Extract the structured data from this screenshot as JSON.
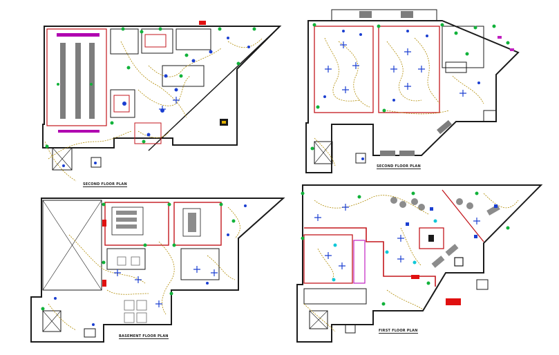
{
  "sheet": {
    "plans": [
      {
        "id": "first-floor-top-left",
        "title": "SECOND FLOOR PLAN"
      },
      {
        "id": "top-right",
        "title": "SECOND FLOOR PLAN"
      },
      {
        "id": "basement",
        "title": "BASEMENT FLOOR PLAN"
      },
      {
        "id": "first-floor",
        "title": "FIRST FLOOR PLAN"
      }
    ]
  },
  "colors": {
    "wall": "#1a1a1a",
    "partition": "#c3161c",
    "circuit": "#b08a00",
    "fixture_blue": "#1b3fd1",
    "fixture_green": "#11b23a",
    "fixture_cyan": "#10c8d8",
    "magenta": "#c020c0",
    "furniture_gray": "#8c8c8c",
    "accent_red": "#e01010"
  }
}
